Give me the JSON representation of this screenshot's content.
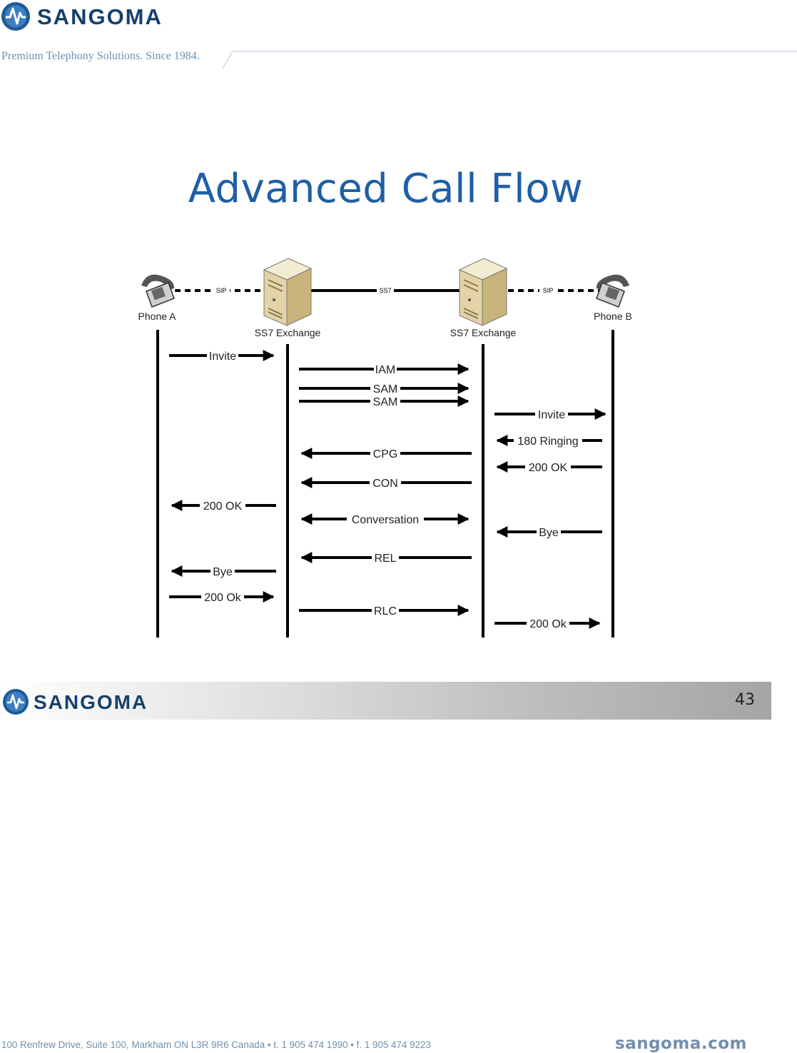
{
  "header": {
    "logo_text": "SANGOMA",
    "tagline": "Premium Telephony Solutions. Since 1984."
  },
  "title": "Advanced Call Flow",
  "diagram": {
    "endpoints": {
      "phone_a": "Phone A",
      "exchange_a": "SS7 Exchange",
      "exchange_b": "SS7 Exchange",
      "phone_b": "Phone B"
    },
    "links": {
      "sip_left": "SIP",
      "ss7": "SS7",
      "sip_right": "SIP"
    },
    "messages": {
      "a_invite": "Invite",
      "iam": "IAM",
      "sam1": "SAM",
      "sam2": "SAM",
      "b_invite": "Invite",
      "ringing": "180 Ringing",
      "b_200ok": "200 OK",
      "cpg": "CPG",
      "con": "CON",
      "a_200ok": "200 OK",
      "conversation": "Conversation",
      "b_bye": "Bye",
      "rel": "REL",
      "a_bye": "Bye",
      "a_200ok_final": "200 Ok",
      "rlc": "RLC",
      "b_200ok_final": "200 Ok"
    }
  },
  "footer": {
    "logo_text": "SANGOMA",
    "page_number": "43",
    "address": "100 Renfrew Drive, Suite 100, Markham ON L3R 9R6 Canada  •  t. 1 905 474 1990  •  f. 1 905 474 9223",
    "website": "sangoma.com"
  },
  "colors": {
    "brand_blue": "#1f5fa6",
    "logo_navy": "#16406d",
    "accent_grey_blue": "#6f8fae"
  }
}
